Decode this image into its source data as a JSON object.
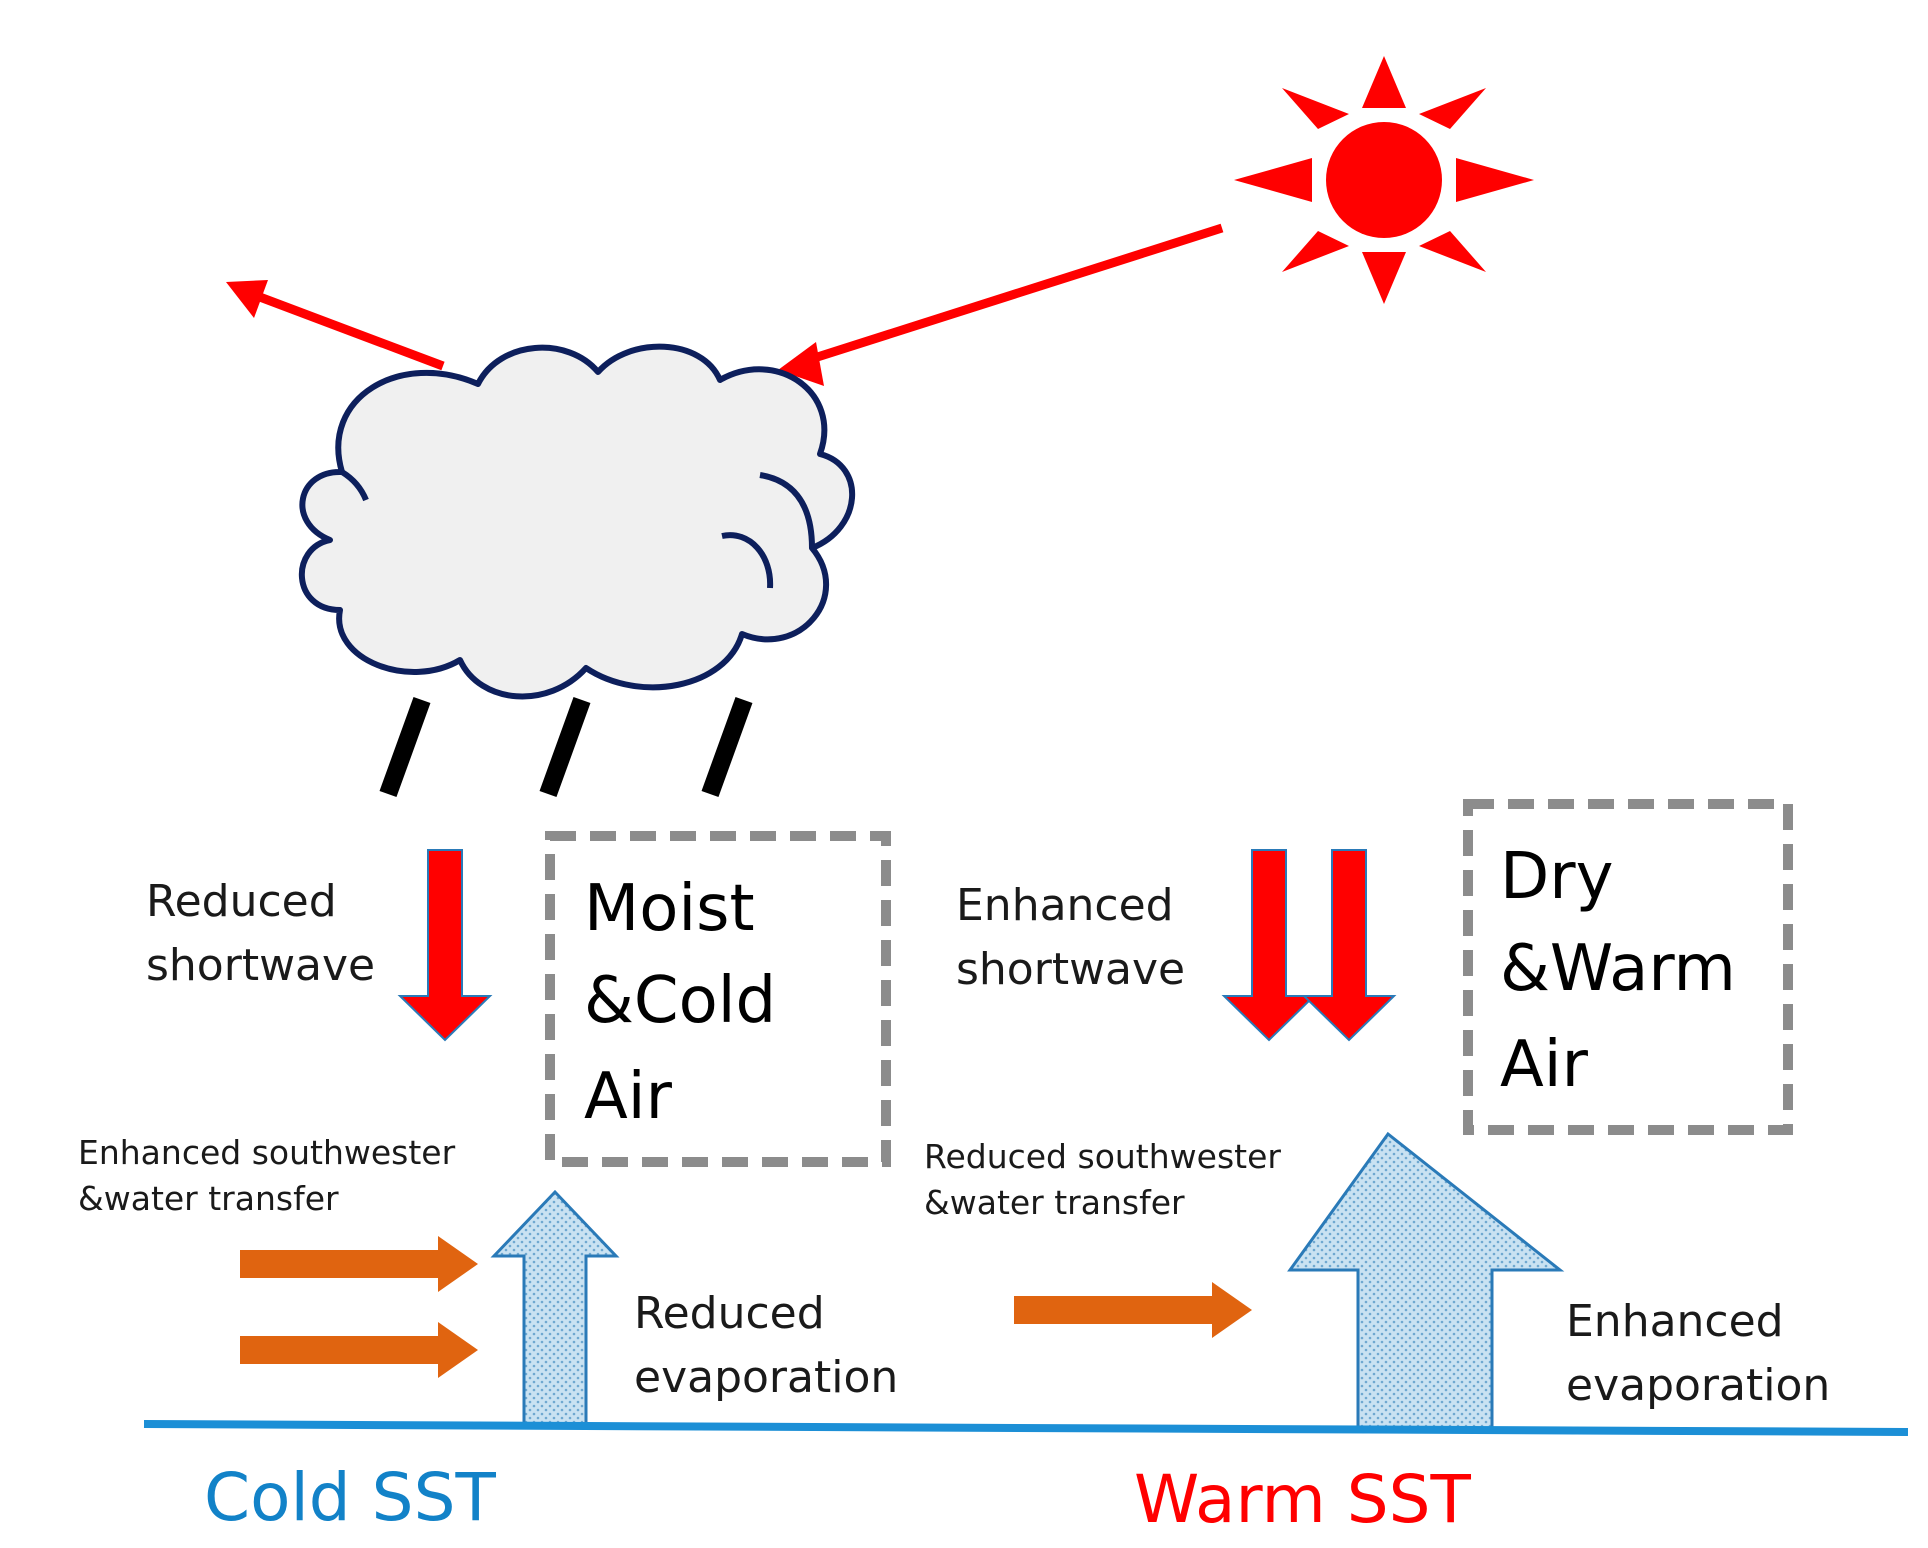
{
  "labels": {
    "left_shortwave": [
      "Reduced",
      "shortwave"
    ],
    "left_box": [
      "Moist",
      "&Cold",
      "Air"
    ],
    "right_shortwave": [
      "Enhanced",
      "shortwave"
    ],
    "right_box": [
      "Dry",
      "&Warm",
      "Air"
    ],
    "left_wind": [
      "Enhanced southwester",
      "&water transfer"
    ],
    "right_wind": [
      "Reduced southwester",
      "&water transfer"
    ],
    "left_evap": [
      "Reduced",
      "evaporation"
    ],
    "right_evap": [
      "Enhanced",
      "evaporation"
    ],
    "cold_sst": "Cold SST",
    "warm_sst": "Warm SST"
  },
  "colors": {
    "sun": "#ff0000",
    "radiation_arrow": "#ff0000",
    "wind_arrow": "#e06410",
    "evaporation_arrow_fill": "#c9e2f2",
    "evaporation_arrow_stroke": "#2a7ab8",
    "sea_line": "#1c8fd6",
    "cold_sst": "#1282c8",
    "warm_sst": "#ff0000",
    "cloud_fill": "#f0f0f0",
    "cloud_stroke": "#0d1f5c",
    "box_dash": "#8c8c8c"
  },
  "icons": [
    "sun-icon",
    "cloud-icon",
    "rain-icon"
  ]
}
